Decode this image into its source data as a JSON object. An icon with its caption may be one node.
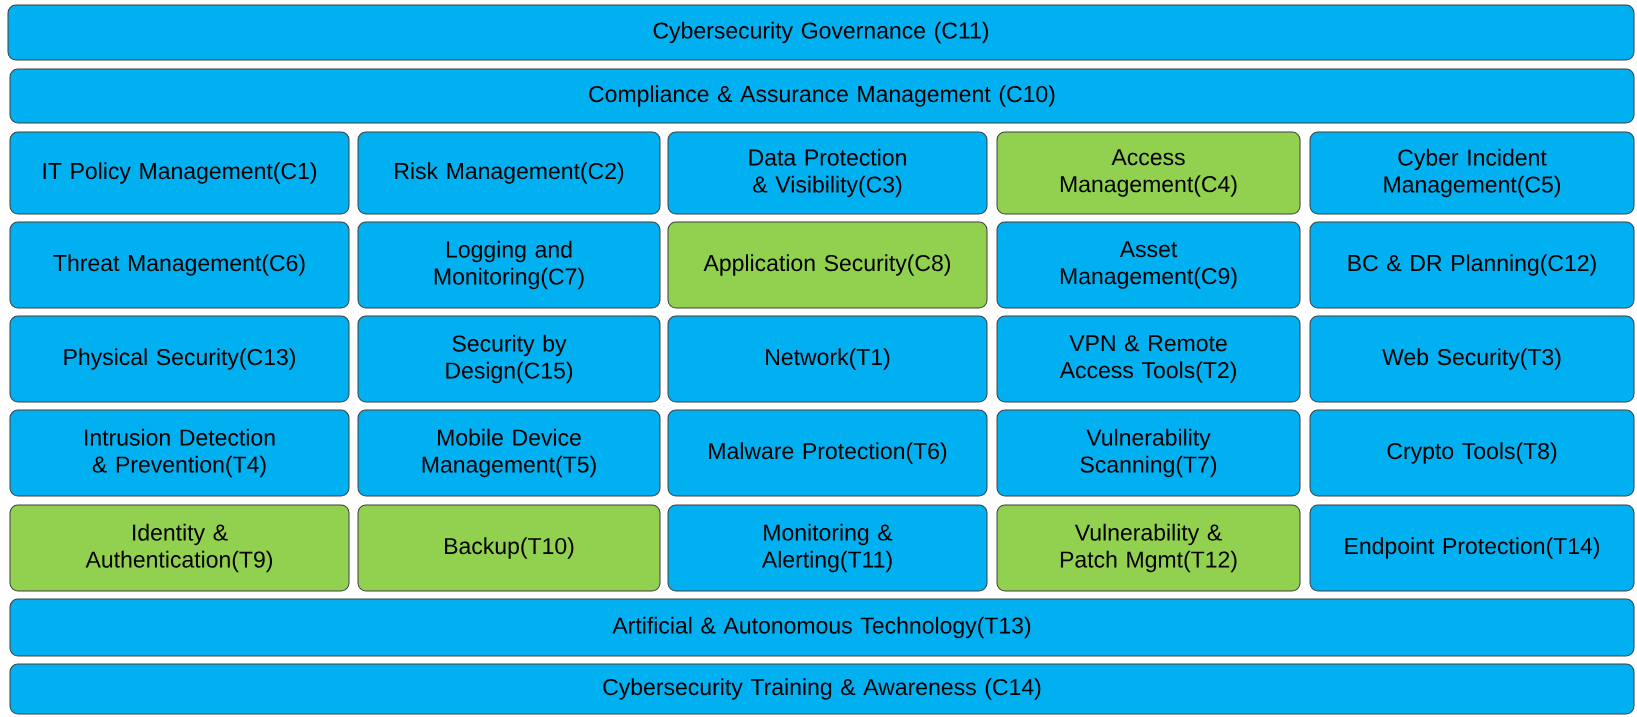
{
  "diagram": {
    "nodes": [
      {
        "text": [
          "Cybersecurity Governance (C11)"
        ]
      },
      {
        "text": [
          "Compliance & Assurance Management (C10)"
        ]
      },
      {
        "text": [
          "IT Policy Management(C1)"
        ]
      },
      {
        "text": [
          "Risk Management(C2)"
        ]
      },
      {
        "text": [
          "Data Protection & Visibility(C3)"
        ]
      },
      {
        "text": [
          "Access Management(C4)"
        ]
      },
      {
        "text": [
          "Cyber Incident Management(C5)"
        ]
      },
      {
        "text": [
          "Threat Management(C6)"
        ]
      },
      {
        "text": [
          "Logging and Monitoring(C7)"
        ]
      },
      {
        "text": [
          "Application Security(C8)"
        ]
      },
      {
        "text": [
          "Asset Management(C9)"
        ]
      },
      {
        "text": [
          "BC & DR Planning(C12)"
        ]
      },
      {
        "text": [
          "Physical Security(C13)"
        ]
      },
      {
        "text": [
          "Security by Design(C15)"
        ]
      },
      {
        "text": [
          "Network(T1)"
        ]
      },
      {
        "text": [
          "VPN & Remote Access Tools(T2)"
        ]
      },
      {
        "text": [
          "Web Security(T3)"
        ]
      },
      {
        "text": [
          "Intrusion Detection & Prevention(T4)"
        ]
      },
      {
        "text": [
          "Mobile Device Management(T5)"
        ]
      },
      {
        "text": [
          "Malware Protection(T6)"
        ]
      },
      {
        "text": [
          "Vulnerability Scanning(T7)"
        ]
      },
      {
        "text": [
          "Crypto Tools(T8)"
        ]
      },
      {
        "text": [
          "Identity & Authentication(T9)"
        ]
      },
      {
        "text": [
          "Backup(T10)"
        ]
      },
      {
        "text": [
          "Monitoring & Alerting(T11)"
        ]
      },
      {
        "text": [
          "Vulnerability & Patch Mgmt(T12)"
        ]
      },
      {
        "text": [
          "Endpoint Protection(T14)"
        ]
      },
      {
        "text": [
          "Artificial & Autonomous Technology(T13)"
        ]
      },
      {
        "text": [
          "Cybersecurity Training & Awareness (C14)"
        ]
      }
    ]
  }
}
